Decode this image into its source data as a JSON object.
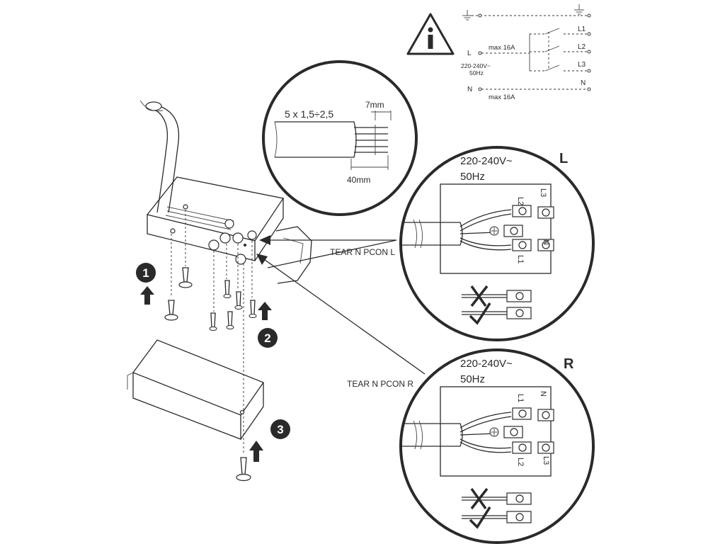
{
  "wiring_schematic": {
    "line_label": "L",
    "neutral_label_left": "N",
    "neutral_label_right": "N",
    "voltage_label": "220-240V~",
    "frequency_label": "50Hz",
    "top_fuse_label": "max 16A",
    "bottom_fuse_label": "max 16A",
    "outputs": [
      "L1",
      "L2",
      "L3"
    ]
  },
  "cable_spec": {
    "cable_label": "5 x 1,5÷2,5",
    "strip_length_label": "7mm",
    "sheath_length_label": "40mm"
  },
  "detail_left": {
    "badge": "L",
    "voltage_label": "220-240V~",
    "frequency_label": "50Hz",
    "terminal_labels": [
      "L2",
      "L3",
      "N",
      "L1"
    ],
    "callout": "TEAR N PCON L"
  },
  "detail_right": {
    "badge": "R",
    "voltage_label": "220-240V~",
    "frequency_label": "50Hz",
    "terminal_labels": [
      "N",
      "L1",
      "L3",
      "L2"
    ],
    "callout": "TEAR N PCON R"
  },
  "steps": [
    "1",
    "2",
    "3"
  ],
  "colors": {
    "ink": "#2a2a2a",
    "background": "#ffffff",
    "badge_fill": "#2a2a2a"
  },
  "icons": [
    "info-warning-icon",
    "ground-icon",
    "screw-icon",
    "arrow-up-icon",
    "check-icon",
    "cross-icon"
  ]
}
